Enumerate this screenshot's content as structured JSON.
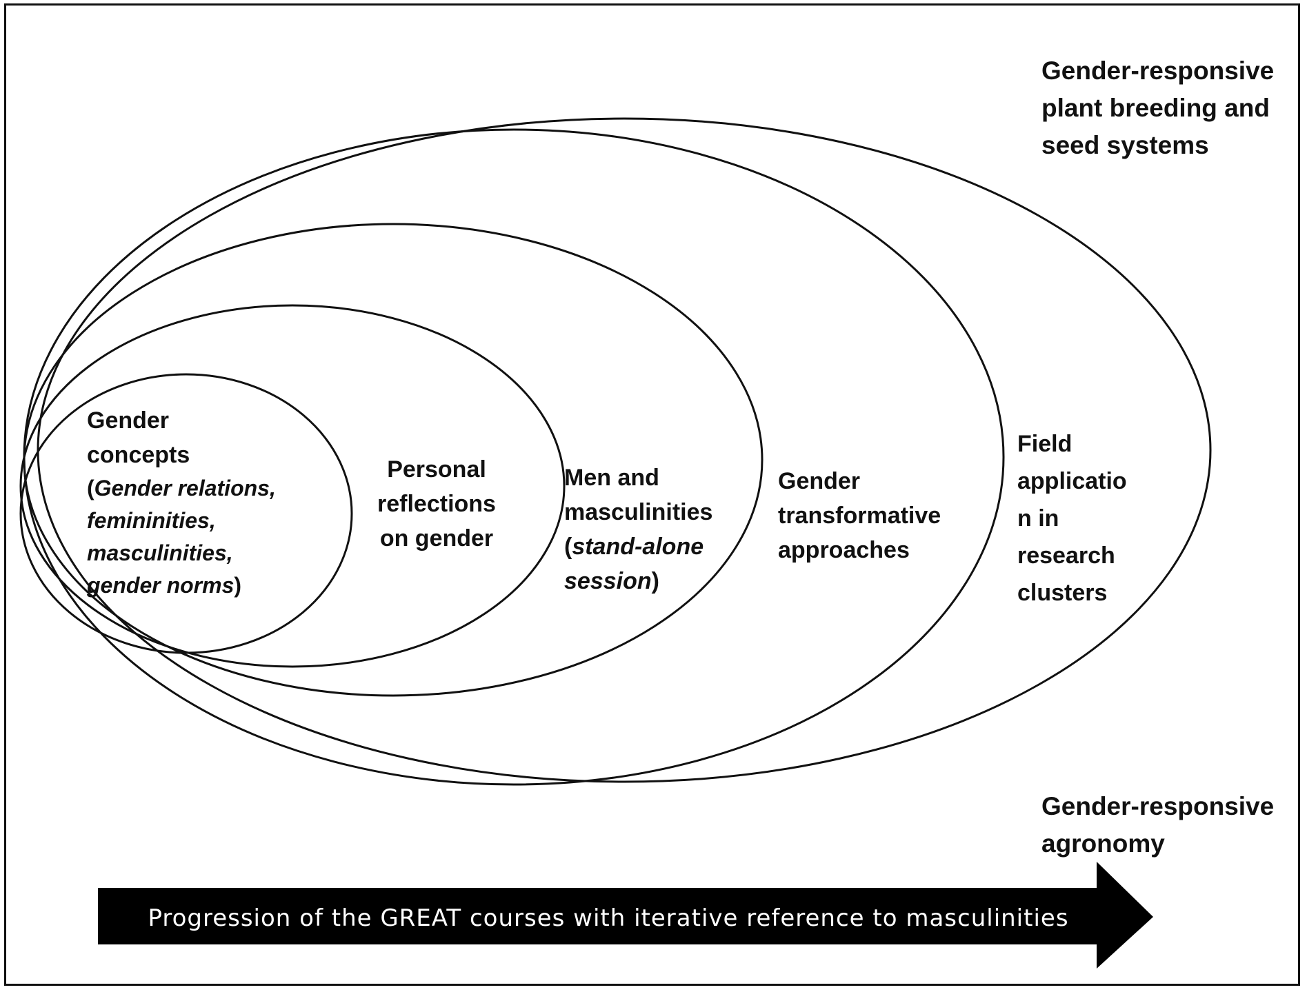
{
  "diagram": {
    "rings": [
      {
        "id": "gender-concepts",
        "label_lines": [
          "Gender",
          "concepts"
        ],
        "sub_open": "(",
        "sub_italic_lines": [
          "Gender relations,",
          "femininities,",
          "masculinities,",
          "gender norms"
        ],
        "sub_close": ")"
      },
      {
        "id": "personal-reflections",
        "label_lines": [
          "Personal",
          "reflections",
          "on gender"
        ]
      },
      {
        "id": "men-and-masculinities",
        "label_lines": [
          "Men and",
          "masculinities"
        ],
        "sub_open": "(",
        "sub_italic_lines": [
          "stand-alone",
          "session"
        ],
        "sub_close": ")"
      },
      {
        "id": "gender-transformative",
        "label_lines": [
          "Gender",
          "transformative",
          "approaches"
        ]
      },
      {
        "id": "field-application",
        "label_lines": [
          "Field",
          "applicatio",
          "n in",
          "research",
          "clusters"
        ]
      }
    ],
    "outer_top_label": [
      "Gender-responsive",
      "plant breeding and",
      "seed systems"
    ],
    "outer_bottom_label": [
      "Gender-responsive",
      "agronomy"
    ]
  },
  "arrow": {
    "text": "Progression of the GREAT courses with iterative reference to masculinities"
  },
  "colors": {
    "line": "#111111",
    "arrow_fill": "#000000",
    "arrow_text": "#ffffff",
    "background": "#ffffff"
  }
}
